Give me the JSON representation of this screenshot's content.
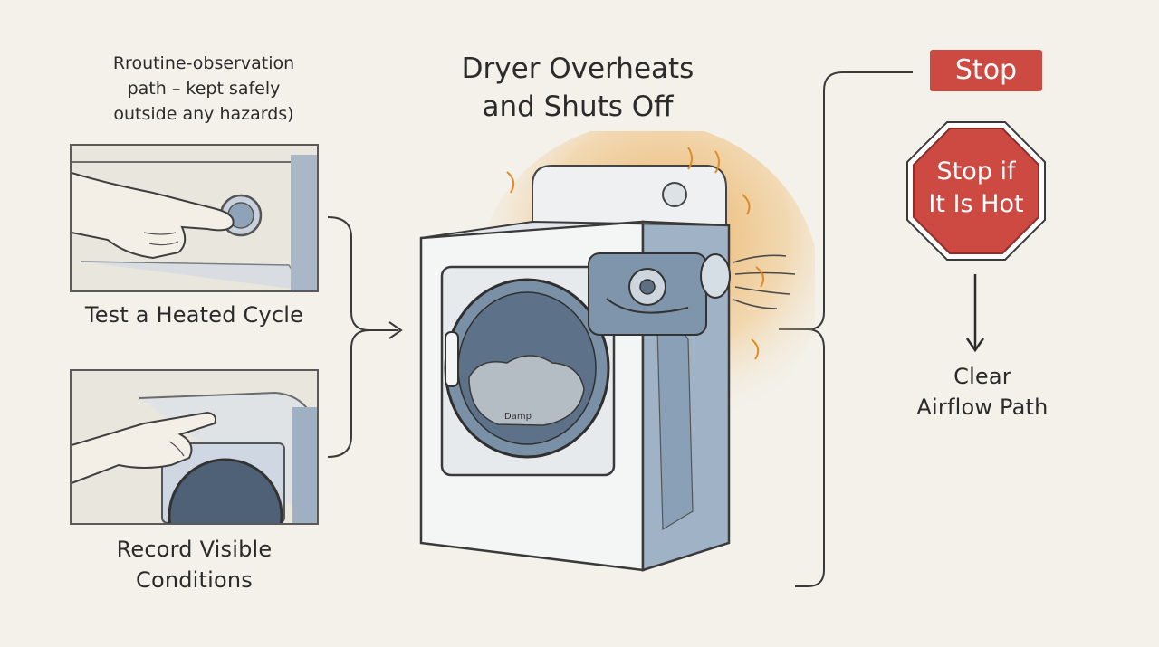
{
  "left_column": {
    "note": [
      "Rroutine-observation",
      "path – kept safely",
      "outside any hazards)"
    ],
    "panel1_caption": "Test a Heated Cycle",
    "panel2_caption": [
      "Record Visible",
      "Conditions"
    ]
  },
  "center": {
    "title": [
      "Dryer Overheats",
      "and Shuts Off"
    ],
    "drum_scribble": "Damp"
  },
  "right_column": {
    "stop_label": "Stop",
    "sign_text": [
      "Stop if",
      "It Is Hot"
    ],
    "action": [
      "Clear",
      "Airflow Path"
    ]
  },
  "colors": {
    "background": "#f3f1ea",
    "stop_red": "#cc4a42",
    "heat_orange": "#e8a24a",
    "steel_blue": "#8fa6bd"
  }
}
